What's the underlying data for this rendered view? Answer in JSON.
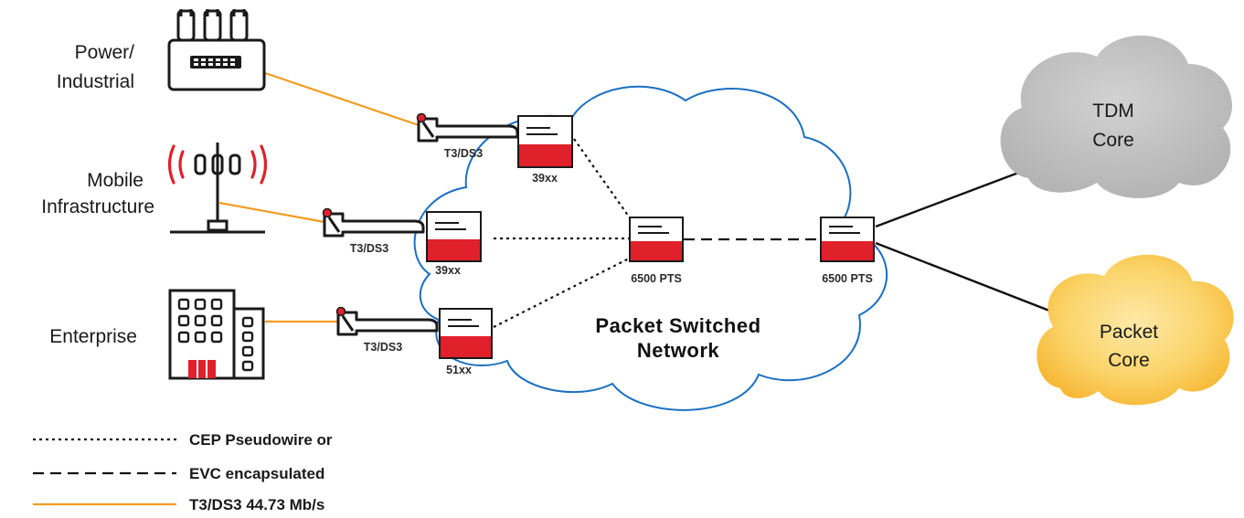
{
  "sites": {
    "power": {
      "line1": "Power/",
      "line2": "Industrial"
    },
    "mobile": {
      "line1": "Mobile",
      "line2": "Infrastructure"
    },
    "enterprise": {
      "line1": "Enterprise"
    }
  },
  "modules": {
    "top": "T3/DS3",
    "middle": "T3/DS3",
    "bottom": "T3/DS3"
  },
  "devices": {
    "d1": "39xx",
    "d2": "39xx",
    "d3": "51xx",
    "pts1": "6500 PTS",
    "pts2": "6500 PTS"
  },
  "network": {
    "line1": "Packet Switched",
    "line2": "Network"
  },
  "clouds": {
    "tdm": {
      "line1": "TDM",
      "line2": "Core"
    },
    "packet": {
      "line1": "Packet",
      "line2": "Core"
    }
  },
  "legend": {
    "dotted": "CEP Pseudowire or",
    "dashed": "EVC encapsulated",
    "solid": "T3/DS3 44.73 Mb/s"
  },
  "colors": {
    "orange_link": "#f39c1f",
    "network_outline": "#1b6fc2",
    "device_red": "#e0202a",
    "tdm_cloud": "#c8c8c8",
    "packet_cloud": "#f9c94a"
  }
}
